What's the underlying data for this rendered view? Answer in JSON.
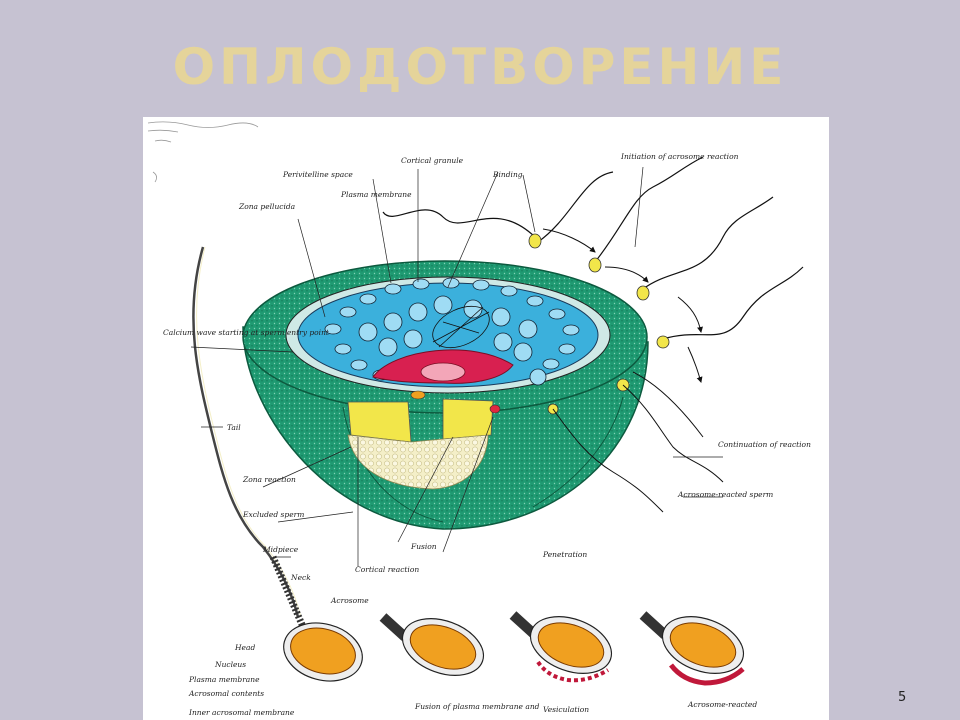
{
  "slide": {
    "title": "ОПЛОДОТВОРЕНИЕ",
    "page_number": "5"
  },
  "colors": {
    "background": "#c6c2d2",
    "title": "#e5d49a",
    "zona": "#1f9a72",
    "cytoplasm": "#3bb0dc",
    "nucleus": "#d82050",
    "reaction": "#f2e64a",
    "sperm_head": "#f0a020"
  },
  "figure": {
    "labels": {
      "cortical_granule": "Cortical granule",
      "binding": "Binding",
      "initiation": "Initiation of acrosome reaction",
      "perivitelline": "Perivitelline space",
      "plasma_membrane": "Plasma membrane",
      "zona_pellucida": "Zona pellucida",
      "calcium_wave": "Calcium wave starting at sperm entry point",
      "tail": "Tail",
      "zona_reaction": "Zona reaction",
      "excluded_sperm": "Excluded sperm",
      "midpiece": "Midpiece",
      "neck": "Neck",
      "acrosome": "Acrosome",
      "cortical_reaction": "Cortical reaction",
      "fusion": "Fusion",
      "penetration": "Penetration",
      "continuation": "Continuation of reaction",
      "acrosome_reacted_sperm": "Acrosome-reacted sperm",
      "head": "Head",
      "nucleus": "Nucleus",
      "plasma_membrane_sperm": "Plasma membrane",
      "acrosomal_contents": "Acrosomal contents",
      "inner_acrosomal_membrane": "Inner acrosomal membrane",
      "fusion_of_membranes": "Fusion of plasma membrane and",
      "vesiculation": "Vesiculation",
      "acrosome_reacted": "Acrosome-reacted"
    }
  }
}
